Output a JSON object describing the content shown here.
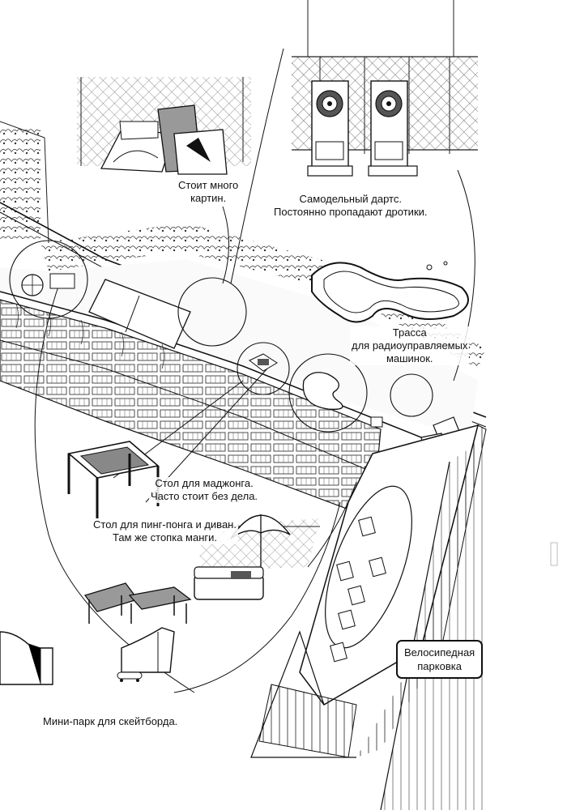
{
  "labels": {
    "paintings": {
      "line1": "Стоит много",
      "line2": "картин."
    },
    "darts": {
      "line1": "Самодельный дартс.",
      "line2": "Постоянно пропадают дротики."
    },
    "rc_track": {
      "line1": "Трасса",
      "line2": "для радиоуправляемых",
      "line3": "машинок."
    },
    "mahjong": {
      "line1": "Стол для маджонга.",
      "line2": "Часто стоит без дела."
    },
    "pingpong": {
      "line1": "Стол для пинг-понга и диван.",
      "line2": "Там же стопка манги."
    },
    "bike_parking": {
      "line1": "Велосипедная",
      "line2": "парковка"
    },
    "skate_park": {
      "line1": "Мини-парк для скейтборда."
    }
  },
  "colors": {
    "ink": "#111111",
    "paper": "#ffffff",
    "shade": "#bdbdbd"
  }
}
